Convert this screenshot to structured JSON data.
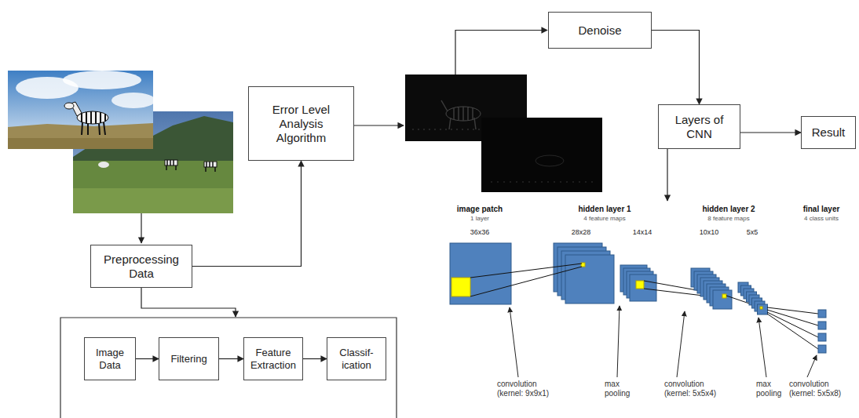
{
  "diagram": {
    "nodes": [
      {
        "text": [
          "Error Level Analysis Algorithm"
        ]
      },
      {
        "text": [
          "Denoise"
        ]
      },
      {
        "text": [
          "Layers of CNN"
        ]
      },
      {
        "text": [
          "Result"
        ]
      },
      {
        "text": [
          "Preprocessing Data"
        ]
      },
      {
        "text": [
          "Image Data"
        ]
      },
      {
        "text": [
          "Filtering"
        ]
      },
      {
        "text": [
          "Feature Extraction"
        ]
      },
      {
        "text": [
          "Classif- ication"
        ]
      }
    ],
    "edges": [
      {
        "from": 4,
        "to": 0,
        "arrow": "to"
      },
      {
        "from": 1,
        "to": 2,
        "arrow": "to"
      },
      {
        "from": 2,
        "to": 3,
        "arrow": "to"
      },
      {
        "from": 5,
        "to": 6,
        "arrow": "to"
      },
      {
        "from": 6,
        "to": 7,
        "arrow": "to"
      },
      {
        "from": 7,
        "to": 8,
        "arrow": "to"
      }
    ],
    "labels": [
      "image patch",
      "1 layer",
      "36x36",
      "hidden layer 1",
      "4 feature maps",
      "28x28",
      "14x14",
      "hidden layer 2",
      "8 feature maps",
      "10x10",
      "5x5",
      "final layer",
      "4 class units",
      "convolution (kernel: 9x9x1)",
      "max pooling",
      "convolution (kernel: 5x5x4)",
      "max pooling",
      "convolution (kernel: 5x5x8)"
    ]
  }
}
